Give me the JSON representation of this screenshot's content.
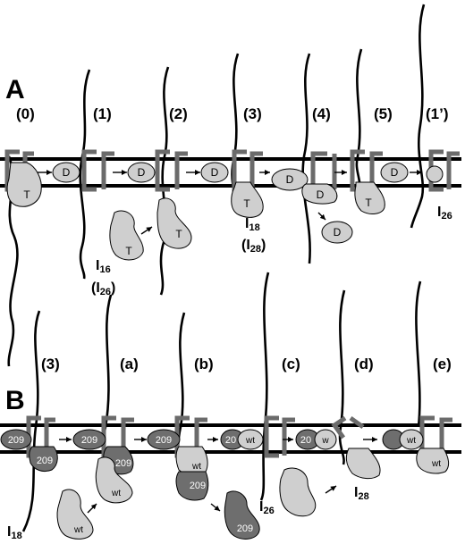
{
  "panels": {
    "A": {
      "label": "A",
      "steps": [
        "(0)",
        "(1)",
        "(2)",
        "(3)",
        "(4)",
        "(5)",
        "(1’)"
      ],
      "blobs": {
        "T": "T",
        "D": "D"
      },
      "positions": [
        {
          "letter": "I",
          "sub": "16"
        },
        {
          "letter": "(I",
          "sub": "26",
          "close": ")"
        },
        {
          "letter": "I",
          "sub": "18"
        },
        {
          "letter": "(I",
          "sub": "28",
          "close": ")"
        },
        {
          "letter": "I",
          "sub": "26"
        }
      ]
    },
    "B": {
      "label": "B",
      "steps": [
        "(3)",
        "(a)",
        "(b)",
        "(c)",
        "(d)",
        "(e)"
      ],
      "blobs": {
        "mutant": "209",
        "wild": "wt",
        "mutant_short": "20",
        "wild_short": "w"
      },
      "positions": [
        {
          "letter": "I",
          "sub": "18"
        },
        {
          "letter": "I",
          "sub": "26"
        },
        {
          "letter": "I",
          "sub": "28"
        }
      ]
    }
  },
  "colors": {
    "light_blob": "#cfcfcf",
    "dark_blob": "#6e6e6e",
    "bracket": "#6b6b6b",
    "line": "#000000"
  }
}
